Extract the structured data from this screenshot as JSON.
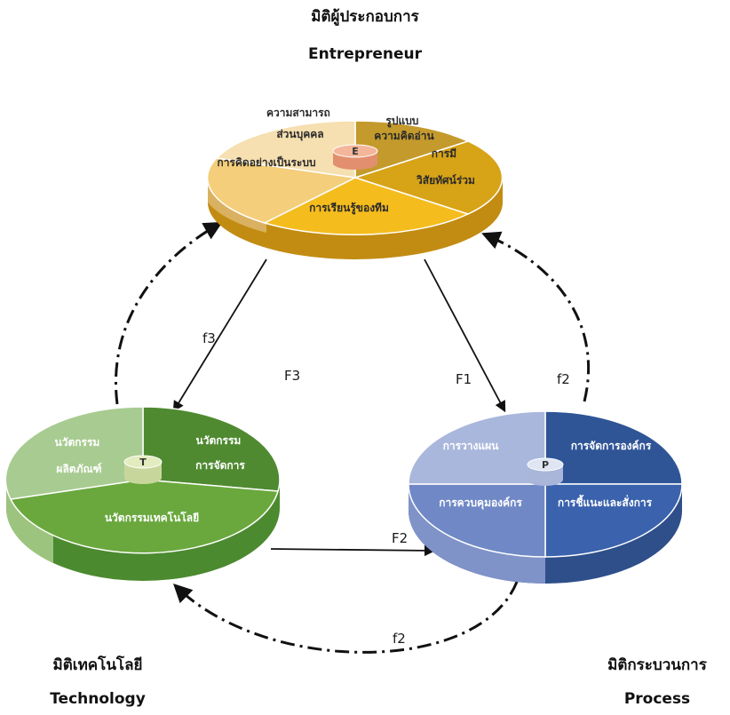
{
  "dimensions": {
    "entrepreneur": {
      "title_th": "มิติผู้ประกอบการ",
      "title_en": "Entrepreneur",
      "hub": "E",
      "segments": {
        "style": [
          "รูปแบบ",
          "ความคิดอ่าน"
        ],
        "shared_vision": [
          "การมี",
          "วิสัยทัศน์ร่วม"
        ],
        "team_learning": [
          "การเรียนรู้ของทีม"
        ],
        "systems_thinking": [
          "การคิดอย่างเป็นระบบ"
        ],
        "personal_mastery": [
          "ความสามารถ",
          "ส่วนบุคคล"
        ]
      }
    },
    "technology": {
      "title_th": "มิติเทคโนโลยี",
      "title_en": "Technology",
      "hub": "T",
      "segments": {
        "management_innovation": [
          "นวัตกรรม",
          "การจัดการ"
        ],
        "technology_innovation": [
          "นวัตกรรมเทคโนโลยี"
        ],
        "product_innovation": [
          "นวัตกรรม",
          "ผลิตภัณฑ์"
        ]
      }
    },
    "process": {
      "title_th": "มิติกระบวนการ",
      "title_en": "Process",
      "hub": "P",
      "segments": {
        "organizing": [
          "การจัดการองค์กร"
        ],
        "directing": [
          "การชี้แนะและสั่งการ"
        ],
        "controlling": [
          "การควบคุมองค์กร"
        ],
        "planning": [
          "การวางแผน"
        ]
      }
    }
  },
  "flows": {
    "f3_label": "f3",
    "F3_label": "F3",
    "F1_label": "F1",
    "f2_right_label": "f2",
    "F2_label": "F2",
    "f2_bottom_label": "f2"
  }
}
